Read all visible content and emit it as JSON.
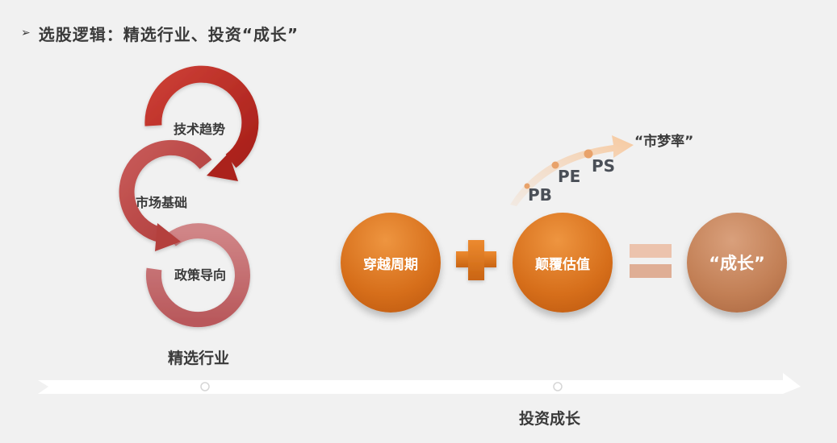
{
  "header": {
    "bullet": "➢",
    "title": "选股逻辑：精选行业、投资“成长”"
  },
  "left": {
    "rings": [
      "技术趋势",
      "市场基础",
      "政策导向"
    ],
    "caption": "精选行业"
  },
  "right": {
    "circles": [
      "穿越周期",
      "颠覆估值",
      "“成长”"
    ],
    "plus_symbol": "+",
    "equals_symbol": "=",
    "valuation_labels": [
      "PB",
      "PE",
      "PS"
    ],
    "dream_label": "“市梦率”",
    "caption": "投资成长"
  },
  "colors": {
    "ring_dark": "#b92b22",
    "ring_mid": "#c34d4b",
    "ring_light": "#c86e70",
    "orange": "#e07a20",
    "salmon": "#e8bfaa",
    "tan": "#c58a60"
  }
}
